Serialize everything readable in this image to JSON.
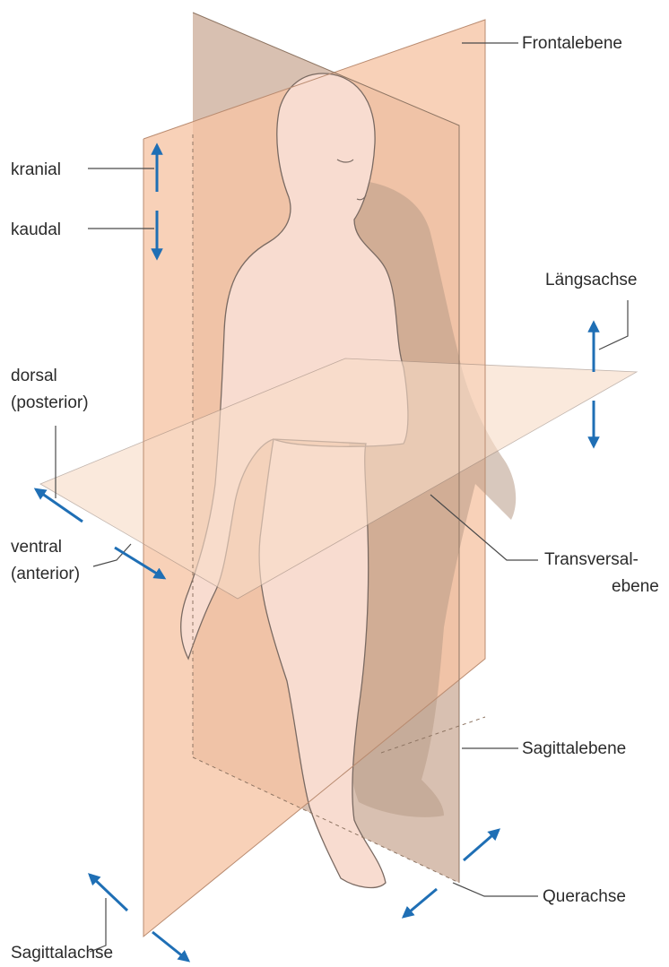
{
  "labels": {
    "frontal": "Frontalebene",
    "kranial": "kranial",
    "kaudal": "kaudal",
    "laengsachse": "Längsachse",
    "dorsal": "dorsal",
    "posterior": "(posterior)",
    "ventral": "ventral",
    "anterior": "(anterior)",
    "transversal_1": "Transversal-",
    "transversal_2": "ebene",
    "sagittalebene": "Sagittalebene",
    "querachse": "Querachse",
    "sagittalachse": "Sagittalachse"
  },
  "colors": {
    "frontal_plane": "#f6c4a4",
    "sagittal_plane": "#c9a893",
    "transverse_plane": "#f8dcc8",
    "skin": "#f8dcd0",
    "arrow": "#1f6fb5",
    "line": "#4a4a4a"
  }
}
